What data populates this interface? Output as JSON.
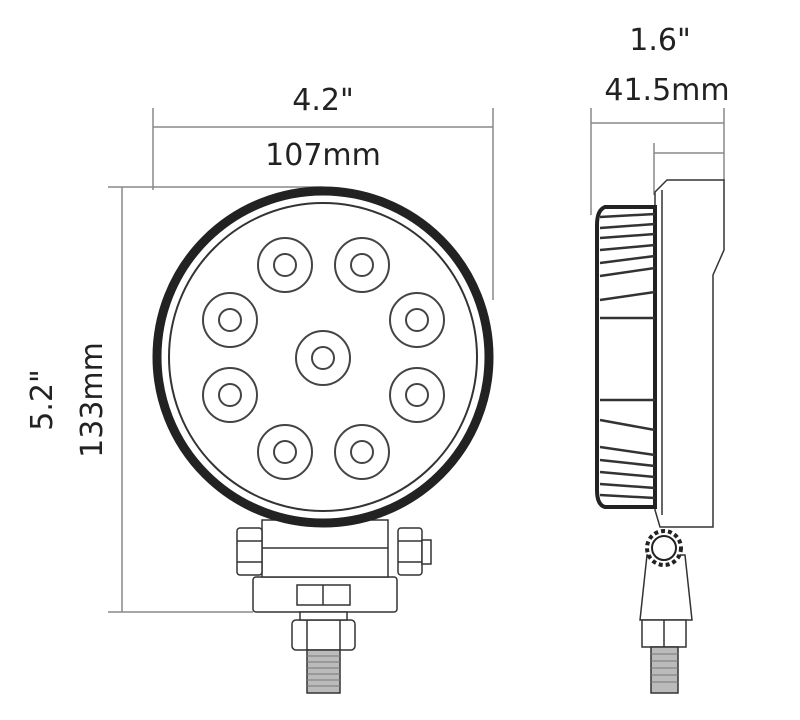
{
  "front_view": {
    "width_in": "4.2\"",
    "width_mm": "107mm",
    "height_in": "5.2\"",
    "height_mm": "133mm",
    "led_count": 9
  },
  "side_view": {
    "depth_in": "1.6\"",
    "depth_mm": "41.5mm"
  },
  "colors": {
    "line": "#333333",
    "dimension": "#888888",
    "background": "#ffffff"
  }
}
